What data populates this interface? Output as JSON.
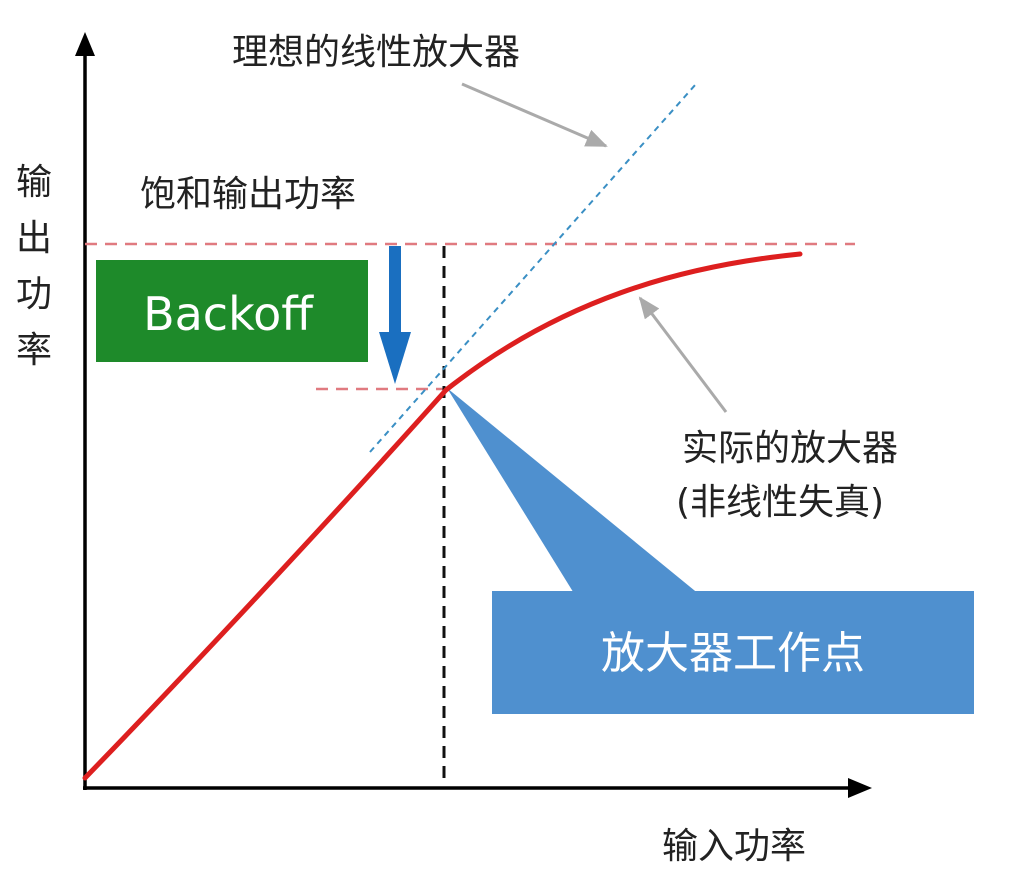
{
  "labels": {
    "y_axis": [
      "输",
      "出",
      "功",
      "率"
    ],
    "x_axis": "输入功率",
    "ideal": "理想的线性放大器",
    "saturation": "饱和输出功率",
    "backoff": "Backoff",
    "actual_line1": "实际的放大器",
    "actual_line2": "(非线性失真)",
    "operating_point": "放大器工作点"
  },
  "colors": {
    "axis": "#000000",
    "actual_curve": "#dd1f1f",
    "ideal_line": "#3a8fc4",
    "saturation_dash": "#e07a80",
    "backoff_box": "#1e8a2a",
    "backoff_text": "#ffffff",
    "arrow_blue": "#1a6fc0",
    "pointer_gray": "#aaaaaa",
    "callout": "#4f90cf",
    "callout_text": "#ffffff",
    "label_text": "#222222"
  },
  "icons": {
    "backoff_arrow": "arrow-down-icon",
    "ideal_pointer": "arrow-pointer-icon",
    "actual_pointer": "arrow-pointer-icon"
  }
}
